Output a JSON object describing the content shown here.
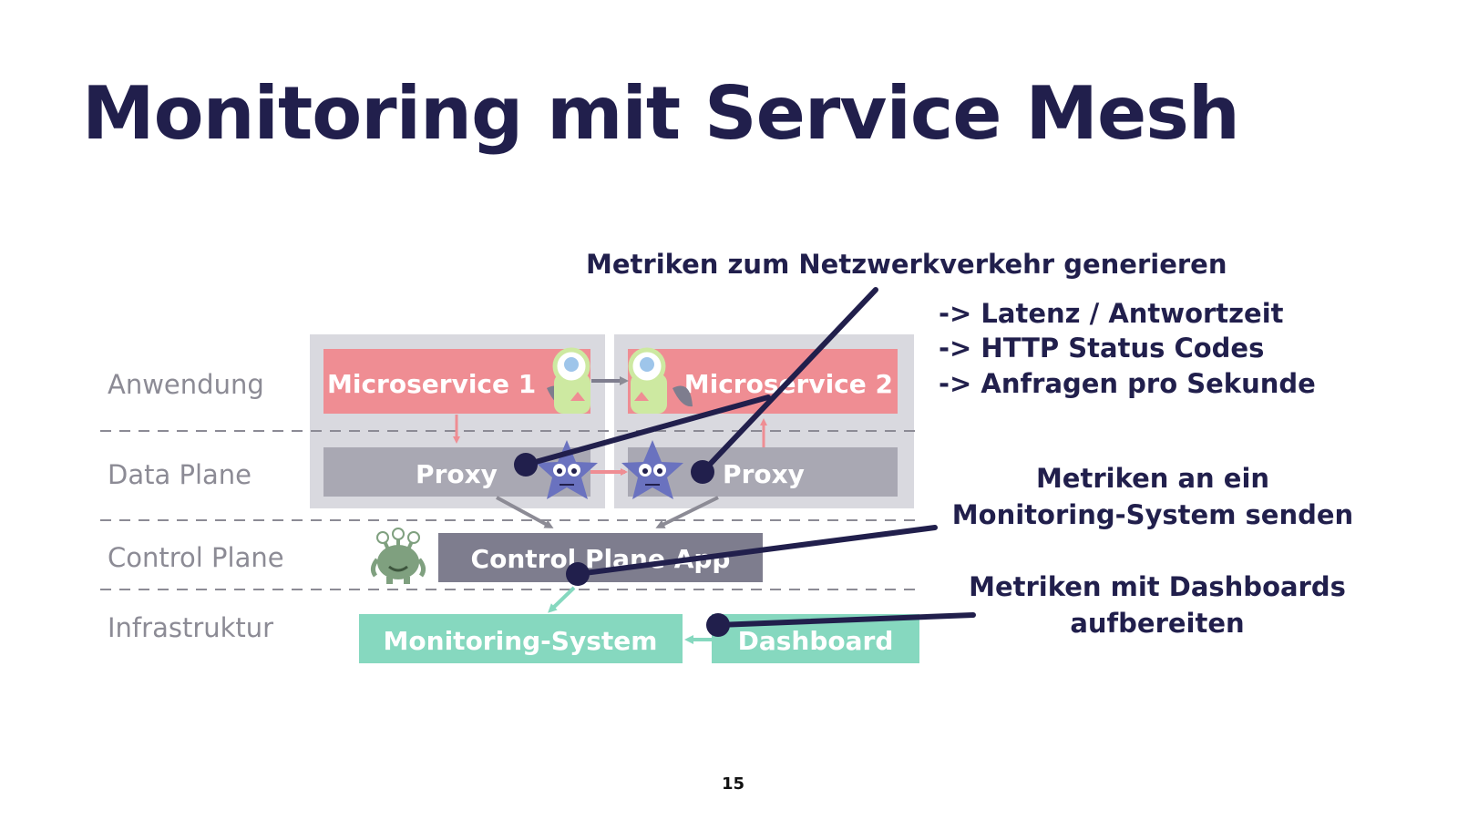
{
  "title": "Monitoring mit Service Mesh",
  "layers": [
    "Anwendung",
    "Data Plane",
    "Control Plane",
    "Infrastruktur"
  ],
  "boxes": {
    "microservice1": "Microservice 1",
    "microservice2": "Microservice 2",
    "proxy1": "Proxy",
    "proxy2": "Proxy",
    "control_plane_app": "Control Plane App",
    "monitoring_system": "Monitoring-System",
    "dashboard": "Dashboard"
  },
  "callouts": {
    "generate": "Metriken zum Netzwerkverkehr generieren",
    "metrics": [
      "-> Latenz / Antwortzeit",
      "-> HTTP Status Codes",
      "-> Anfragen pro Sekunde"
    ],
    "send": "Metriken an ein Monitoring-System senden",
    "dashboards": "Metriken mit Dashboards aufbereiten"
  },
  "page_number": "15",
  "colors": {
    "title": "#211f4c",
    "microservice": "#ef8d93",
    "proxy": "#a9a8b3",
    "container": "#d9d9df",
    "control_plane": "#7e7d8e",
    "infrastructure": "#86d8bf",
    "layer_label": "#8c8b95",
    "callout_line": "#211f4c"
  },
  "icons": [
    "eyeball-monster-icon",
    "star-monster-icon",
    "three-eyed-alien-icon"
  ]
}
